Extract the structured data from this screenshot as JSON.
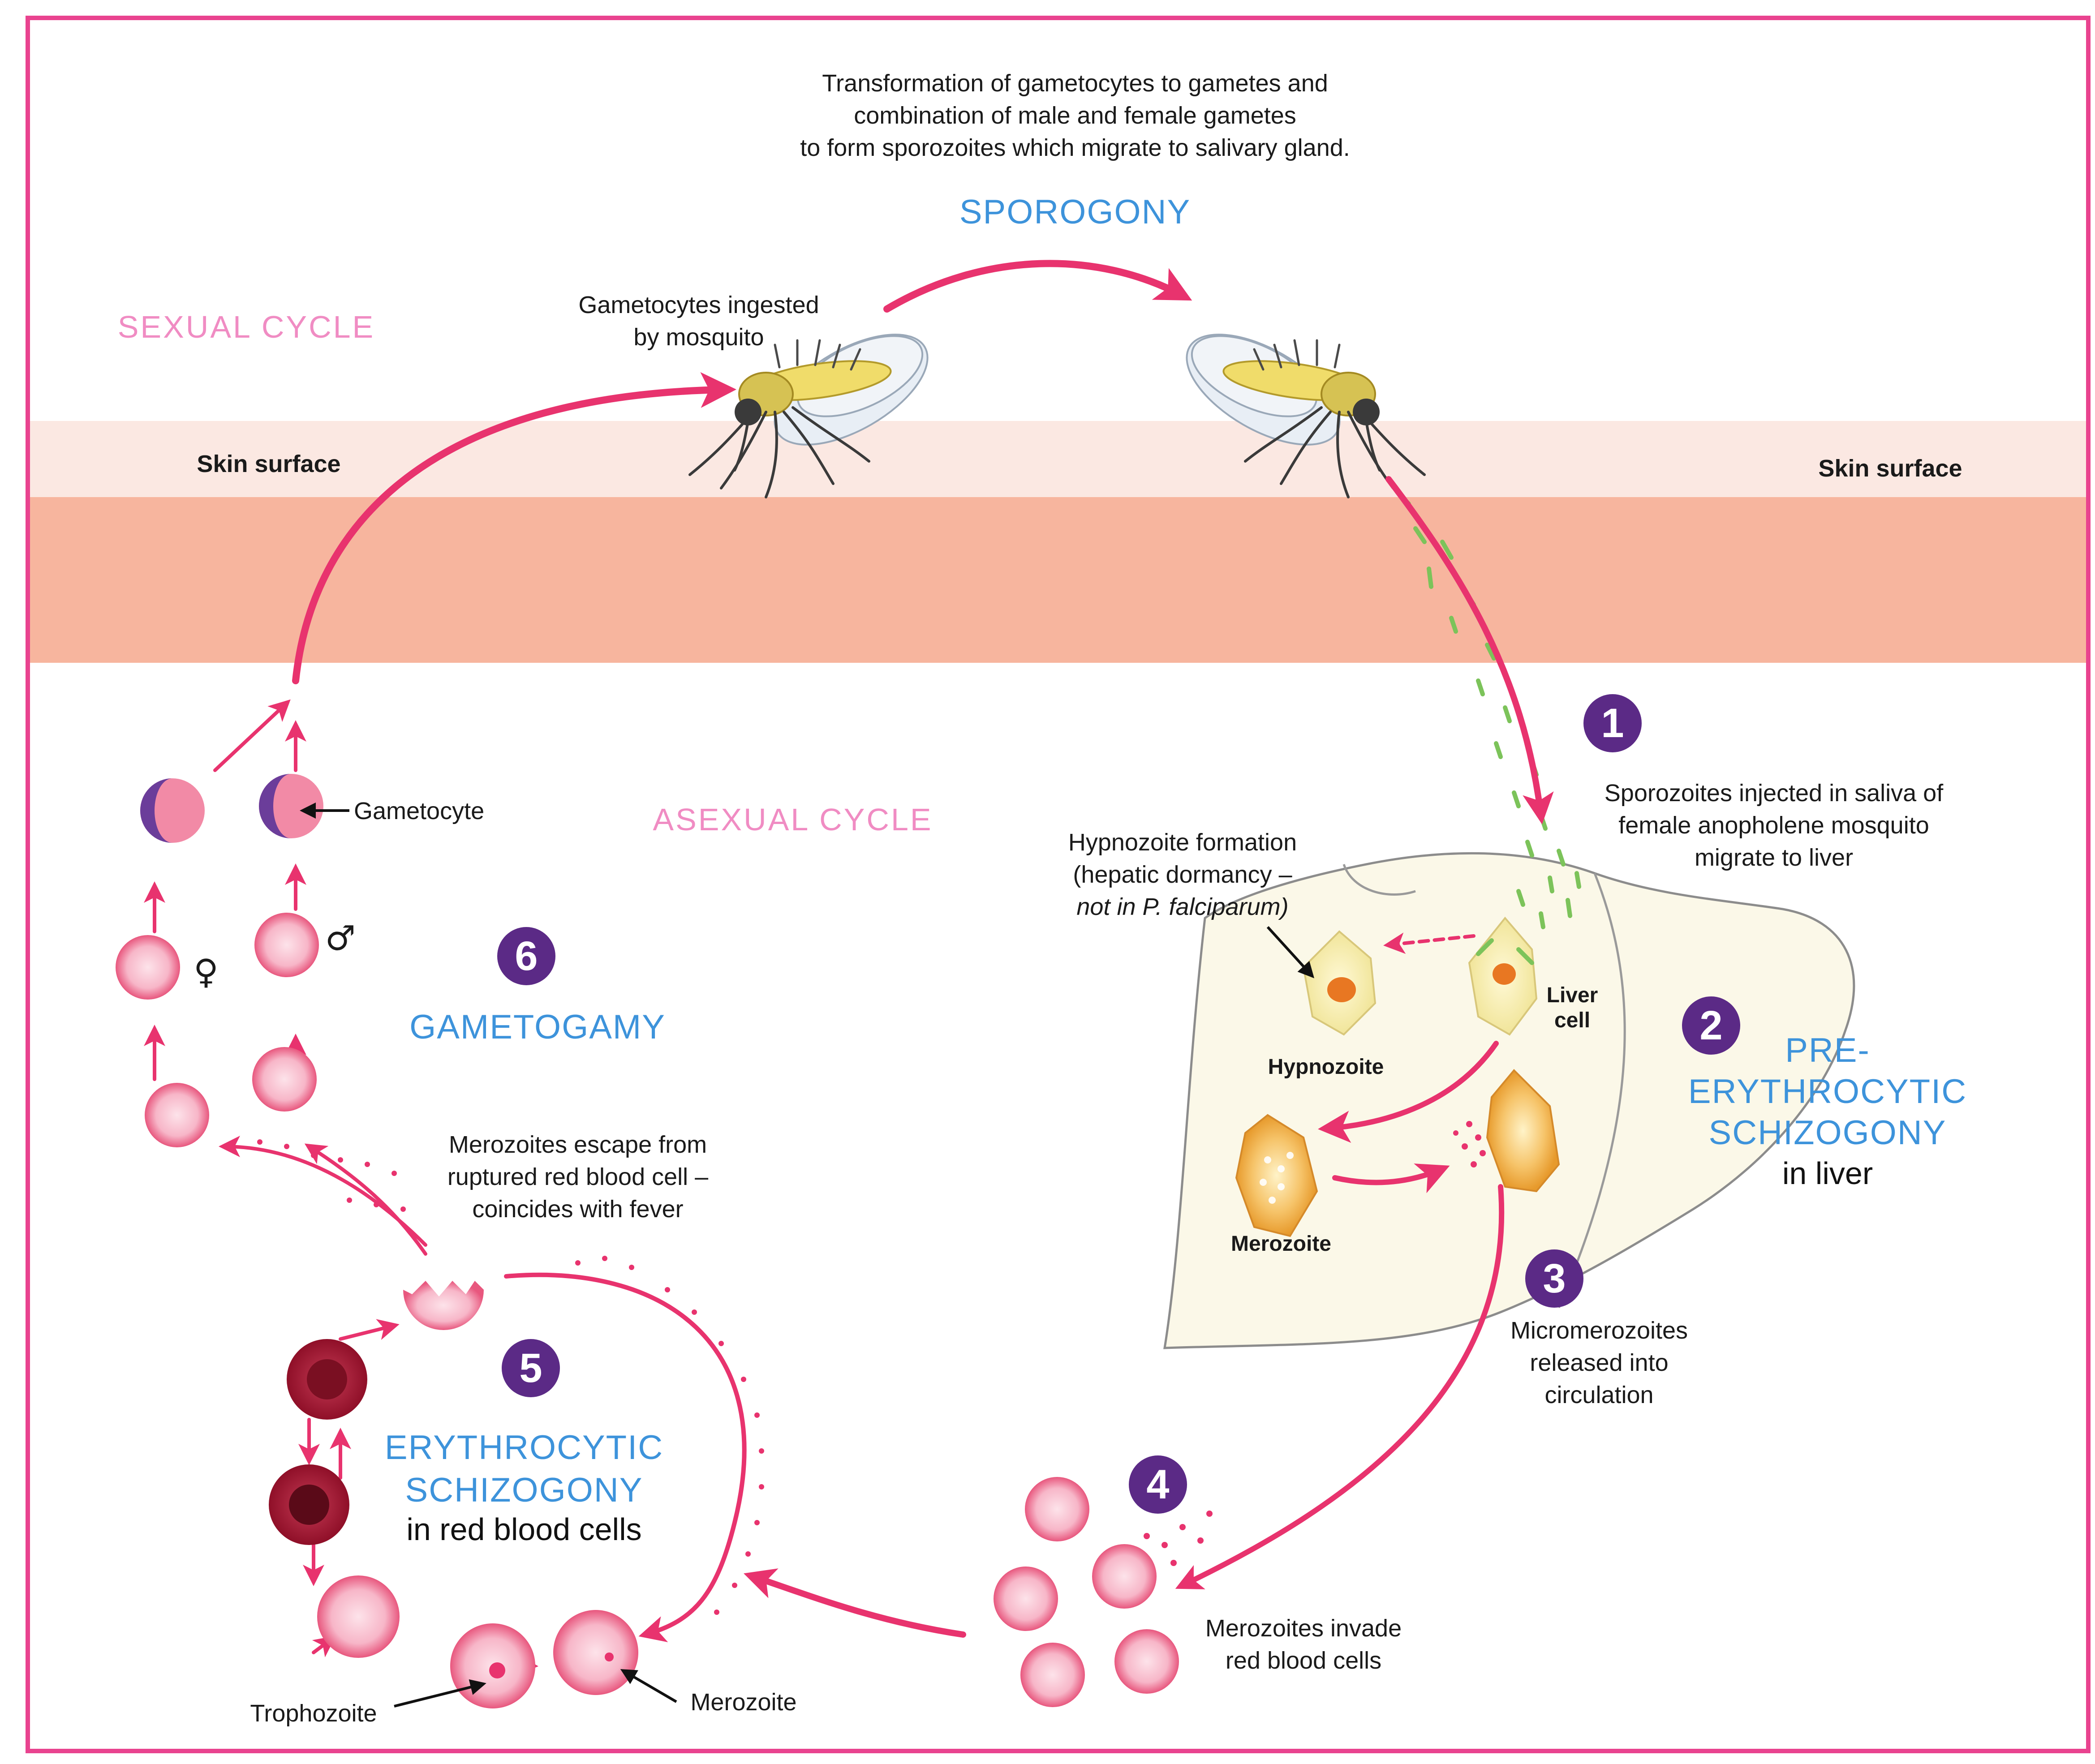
{
  "top_caption": [
    "Transformation of gametocytes to gametes and",
    "combination of male and female gametes",
    "to form sporozoites which migrate to salivary gland."
  ],
  "sporogony": "SPOROGONY",
  "sexual_cycle": "SEXUAL CYCLE",
  "asexual_cycle": "ASEXUAL CYCLE",
  "gametocytes_ingested": [
    "Gametocytes ingested",
    "by mosquito"
  ],
  "skin_surface_left": "Skin surface",
  "skin_surface_right": "Skin surface",
  "step1": {
    "number": "1",
    "caption": [
      "Sporozoites injected in saliva of",
      "female anopholene mosquito",
      "migrate to liver"
    ]
  },
  "hypnozoite_caption": [
    "Hypnozoite formation",
    "(hepatic dormancy –",
    "not in P. falciparum)"
  ],
  "liver_cell": [
    "Liver",
    "cell"
  ],
  "hypnozoite": "Hypnozoite",
  "merozoite_liver": "Merozoite",
  "step2": {
    "number": "2",
    "title": [
      "PRE-",
      "ERYTHROCYTIC",
      "SCHIZOGONY"
    ],
    "where": "in liver"
  },
  "step3": {
    "number": "3",
    "caption": [
      "Micromerozoites",
      "released into",
      "circulation"
    ]
  },
  "step4": {
    "number": "4",
    "caption": [
      "Merozoites invade",
      "red blood cells"
    ]
  },
  "step5": {
    "number": "5",
    "title": [
      "ERYTHROCYTIC",
      "SCHIZOGONY"
    ],
    "where": "in red blood cells"
  },
  "step6": {
    "number": "6",
    "title": "GAMETOGAMY"
  },
  "merozoites_escape": [
    "Merozoites escape from",
    "ruptured red blood cell –",
    "coincides with fever"
  ],
  "gametocyte": "Gametocyte",
  "female_symbol": "♀",
  "male_symbol": "♂",
  "trophozoite": "Trophozoite",
  "merozoite_rbc": "Merozoite",
  "colors": {
    "frame": "#e9438f",
    "arrow": "#e8336e",
    "skin_band": "#f7b59e",
    "skin_surface": "#fbe8e2",
    "title_blue": "#3d93db",
    "title_pink": "#f08cc3",
    "badge": "#5b2a86",
    "cell_pink": "#f28aa6",
    "cell_dark": "#b5162f",
    "gametocyte_purple": "#6b3d9a",
    "liver_yellow": "#f3e9a8",
    "sporozoite_green": "#7cc35a"
  }
}
